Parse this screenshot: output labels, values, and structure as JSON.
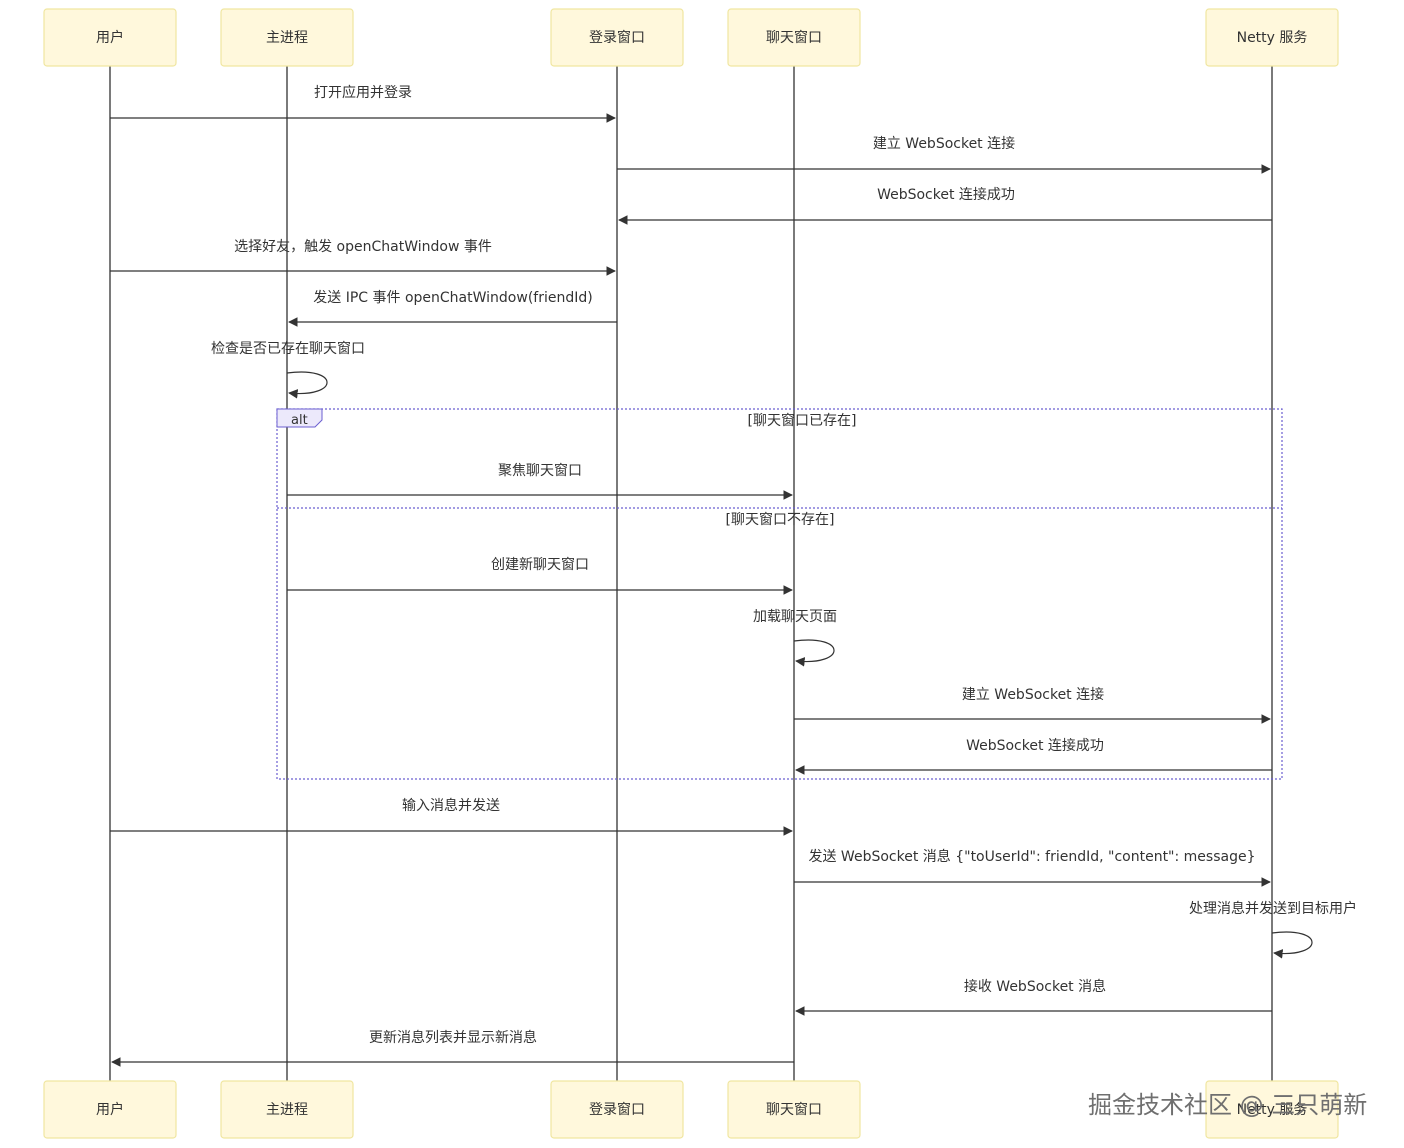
{
  "participants": [
    {
      "id": "user",
      "label": "用户"
    },
    {
      "id": "main",
      "label": "主进程"
    },
    {
      "id": "login",
      "label": "登录窗口"
    },
    {
      "id": "chat",
      "label": "聊天窗口"
    },
    {
      "id": "netty",
      "label": "Netty 服务"
    }
  ],
  "messages": [
    {
      "from": "user",
      "to": "login",
      "text": "打开应用并登录"
    },
    {
      "from": "login",
      "to": "netty",
      "text": "建立 WebSocket 连接"
    },
    {
      "from": "netty",
      "to": "login",
      "text": "WebSocket 连接成功"
    },
    {
      "from": "user",
      "to": "login",
      "text": "选择好友，触发 openChatWindow 事件"
    },
    {
      "from": "login",
      "to": "main",
      "text": "发送 IPC 事件 openChatWindow(friendId)"
    },
    {
      "from": "main",
      "to": "main",
      "text": "检查是否已存在聊天窗口"
    },
    {
      "from": "main",
      "to": "chat",
      "text": "聚焦聊天窗口"
    },
    {
      "from": "main",
      "to": "chat",
      "text": "创建新聊天窗口"
    },
    {
      "from": "chat",
      "to": "chat",
      "text": "加载聊天页面"
    },
    {
      "from": "chat",
      "to": "netty",
      "text": "建立 WebSocket 连接"
    },
    {
      "from": "netty",
      "to": "chat",
      "text": "WebSocket 连接成功"
    },
    {
      "from": "user",
      "to": "chat",
      "text": "输入消息并发送"
    },
    {
      "from": "chat",
      "to": "netty",
      "text": "发送 WebSocket 消息 {\"toUserId\": friendId, \"content\": message}"
    },
    {
      "from": "netty",
      "to": "netty",
      "text": "处理消息并发送到目标用户"
    },
    {
      "from": "netty",
      "to": "chat",
      "text": "接收 WebSocket 消息"
    },
    {
      "from": "chat",
      "to": "user",
      "text": "更新消息列表并显示新消息"
    }
  ],
  "alt_block": {
    "tag": "alt",
    "conditions": [
      "[聊天窗口已存在]",
      "[聊天窗口不存在]"
    ]
  },
  "watermark": "掘金技术社区 @ 三只萌新",
  "colors": {
    "actor_fill": "#fff8dc",
    "actor_stroke": "#f0e6a0",
    "frame_stroke": "#6b5fd0"
  }
}
